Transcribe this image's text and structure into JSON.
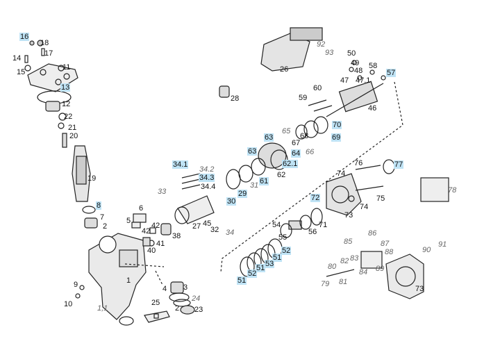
{
  "diagram": {
    "highlight_color": "#bfe3f5",
    "labels": {
      "l16": "16",
      "l18": "18",
      "l14": "14",
      "l17": "17",
      "l15": "15",
      "l11": "11",
      "l13": "13",
      "l12": "12",
      "l22": "22",
      "l21": "21",
      "l20": "20",
      "l19": "19",
      "l8": "8",
      "l6": "6",
      "l5": "5",
      "l7": "7",
      "l2a": "2",
      "l42a": "42",
      "l42b": "42",
      "l41": "41",
      "l40": "40",
      "l38": "38",
      "l1": "1",
      "l9": "9",
      "l10": "10",
      "l4": "4",
      "l3": "3",
      "l24": "24",
      "l25": "25",
      "l23": "23",
      "l2b": "2",
      "l11b": "1,1",
      "l26": "26",
      "l92": "92",
      "l93": "93",
      "l28": "28",
      "l50": "50",
      "l49": "49",
      "l48": "48",
      "l47": "47",
      "l471": "47.1",
      "l58": "58",
      "l57": "57",
      "l46": "46",
      "l59": "59",
      "l60": "60",
      "l70": "70",
      "l69": "69",
      "l65": "65",
      "l68": "68",
      "l67": "67",
      "l66": "66",
      "l63a": "63",
      "l63b": "63",
      "l64": "64",
      "l621": "62.1",
      "l62": "62",
      "l61": "61",
      "l31": "31",
      "l29": "29",
      "l30": "30",
      "l341": "34.1",
      "l342": "34.2",
      "l343": "34.3",
      "l344": "34.4",
      "l33": "33",
      "l27": "27",
      "l45": "45",
      "l32": "32",
      "l34": "34",
      "l76": "76",
      "l77": "77",
      "l74a": "74",
      "l72": "72",
      "l73a": "73",
      "l74b": "74",
      "l75": "75",
      "l78": "78",
      "l54": "54",
      "l55": "55",
      "l56": "56",
      "l71": "71",
      "l52a": "52",
      "l51a": "51",
      "l53": "53",
      "l51b": "51",
      "l52b": "52",
      "l51c": "51",
      "l86": "86",
      "l85": "85",
      "l87": "87",
      "l88": "88",
      "l83": "83",
      "l82": "82",
      "l80": "80",
      "l79": "79",
      "l81": "81",
      "l84": "84",
      "l89": "89",
      "l90": "90",
      "l91": "91",
      "l73b": "73"
    }
  }
}
